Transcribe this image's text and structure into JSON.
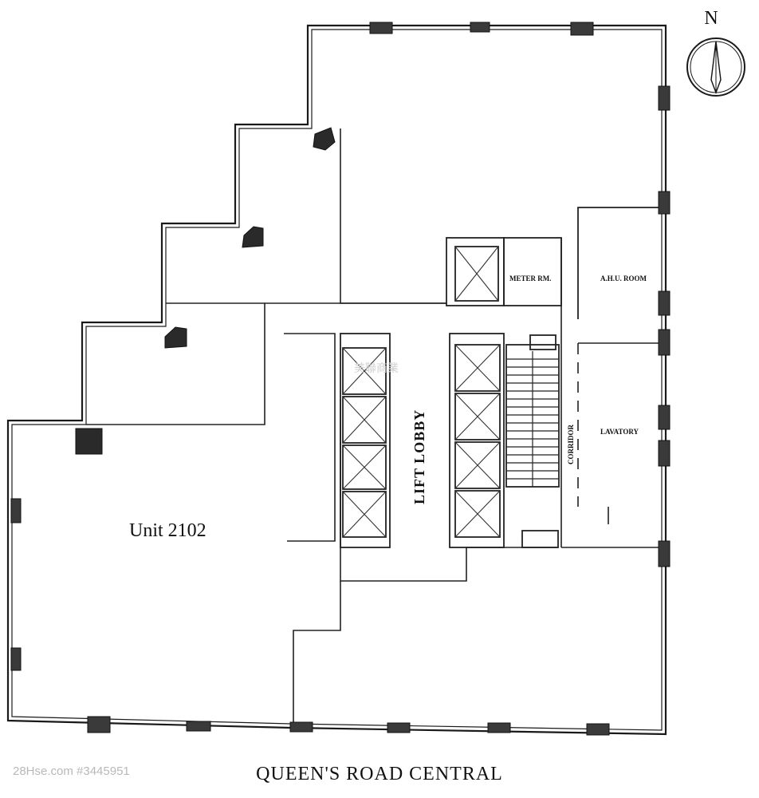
{
  "labels": {
    "unit": "Unit 2102",
    "lift_lobby": "LIFT LOBBY",
    "meter_room": "METER RM.",
    "ahu_room": "A.H.U. ROOM",
    "corridor": "CORRIDOR",
    "lavatory": "LAVATORY",
    "street": "QUEEN'S ROAD CENTRAL",
    "north": "N"
  },
  "watermark": {
    "listing_id": "28Hse.com #3445951",
    "center_text": "美聯商業"
  },
  "colors": {
    "line": "#1a1a1a",
    "column_fill": "#2a2a2a",
    "watermark": "#b9b9b9"
  }
}
